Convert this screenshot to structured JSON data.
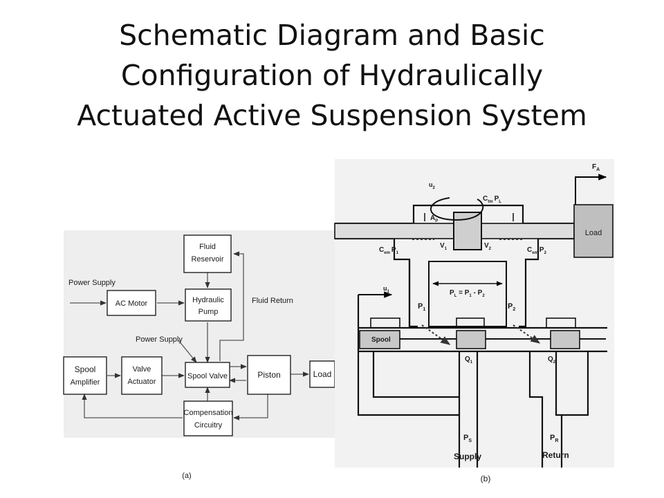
{
  "title": {
    "line1": "Schematic Diagram and Basic",
    "line2": "Configuration of Hydraulically",
    "line3": "Actuated Active Suspension System"
  },
  "diagram_a": {
    "caption": "(a)",
    "blocks": {
      "fluid_reservoir": [
        "Fluid",
        "Reservoir"
      ],
      "ac_motor": "AC Motor",
      "hydraulic_pump": [
        "Hydraulic",
        "Pump"
      ],
      "spool_amplifier": [
        "Spool",
        "Amplifier"
      ],
      "valve_actuator": [
        "Valve",
        "Actuator"
      ],
      "spool_valve": "Spool Valve",
      "piston": "Piston",
      "load": "Load",
      "compensation_circuitry": [
        "Compensation",
        "Circuitry"
      ]
    },
    "labels": {
      "power_supply_1": "Power Supply",
      "power_supply_2": "Power Supply",
      "fluid_return": "Fluid Return"
    }
  },
  "diagram_b": {
    "caption": "(b)",
    "labels": {
      "fa": "F",
      "fa_sub": "A",
      "load": "Load",
      "u2": "u",
      "u2_sub": "2",
      "u1": "u",
      "u1_sub": "1",
      "ctm_pl": "C",
      "ctm_pl_sub": "tm",
      "ctm_pl_tail": "P",
      "ctm_pl_tail_sub": "L",
      "ap": "A",
      "ap_sub": "P",
      "cem_p1": "C",
      "cem_p1_sub": "em",
      "cem_p1_tail": "P",
      "cem_p1_tail_sub": "1",
      "cem_p2": "C",
      "cem_p2_sub": "em",
      "cem_p2_tail": "P",
      "cem_p2_tail_sub": "2",
      "v1": "V",
      "v1_sub": "1",
      "v2": "V",
      "v2_sub": "2",
      "pl_eq": "P",
      "pl_eq_sub": "L",
      "pl_eq_mid": " = P",
      "pl_eq_mid_sub": "1",
      "pl_eq_end": " - P",
      "pl_eq_end_sub": "2",
      "p1": "P",
      "p1_sub": "1",
      "p2": "P",
      "p2_sub": "2",
      "spool": "Spool",
      "q1": "Q",
      "q1_sub": "1",
      "q2": "Q",
      "q2_sub": "2",
      "ps": "P",
      "ps_sub": "S",
      "pr": "P",
      "pr_sub": "R",
      "supply": "Supply",
      "return": "Return"
    }
  }
}
